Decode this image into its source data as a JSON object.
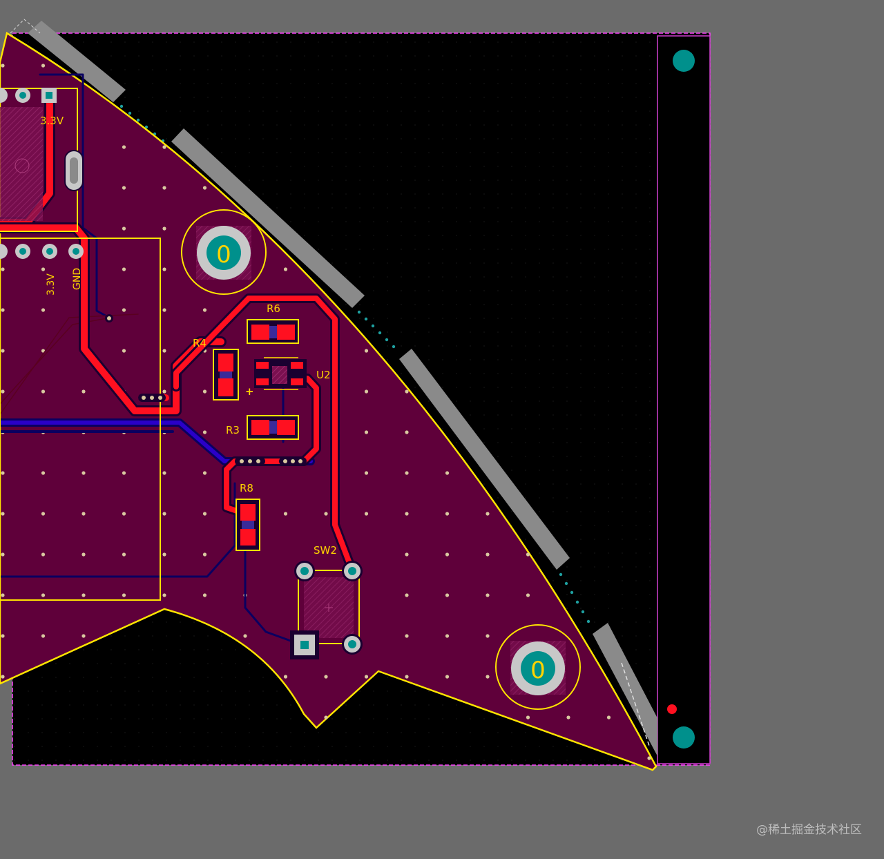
{
  "pcb": {
    "components": {
      "r6": "R6",
      "r4": "R4",
      "r3": "R3",
      "r8": "R8",
      "u2": "U2",
      "sw2": "SW2"
    },
    "net_labels": {
      "top_3v3": "3.3V",
      "vert_3v3": "3.3V",
      "vert_gnd": "GND"
    },
    "mount_holes": {
      "hole_1": "0",
      "hole_2": "0"
    },
    "polarity_mark": "+"
  },
  "watermark": "@稀土掘金技术社区",
  "colors": {
    "background": "#6b6b6b",
    "board_fill": "#5f003a",
    "outline": "#ffe400",
    "top_copper": "#ff1020",
    "bottom_copper": "#2a00c8",
    "keepout": "#ff40ff",
    "pad": "#00908c",
    "panel": "#000000"
  }
}
